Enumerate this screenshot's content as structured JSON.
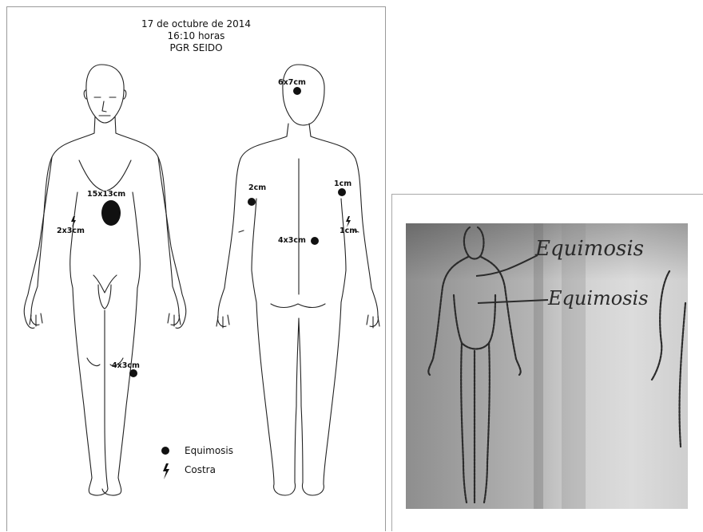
{
  "header": {
    "date": "17 de octubre de 2014",
    "time": "16:10 horas",
    "office": "PGR SEIDO"
  },
  "front_labels": {
    "abdomen": "15x13cm",
    "flank": "2x3cm",
    "knee": "4x3cm"
  },
  "back_labels": {
    "head": "6x7cm",
    "left_arm": "2cm",
    "right_arm_top": "1cm",
    "right_arm_bottom": "1cm",
    "lower_back": "4x3cm"
  },
  "legend": {
    "bruise": "Equimosis",
    "scab": "Costra"
  },
  "photo": {
    "annotation_1": "Equimosis",
    "annotation_2": "Equimosis"
  },
  "colors": {
    "ink": "#111111",
    "photo_bg": "#c9c9c9"
  }
}
